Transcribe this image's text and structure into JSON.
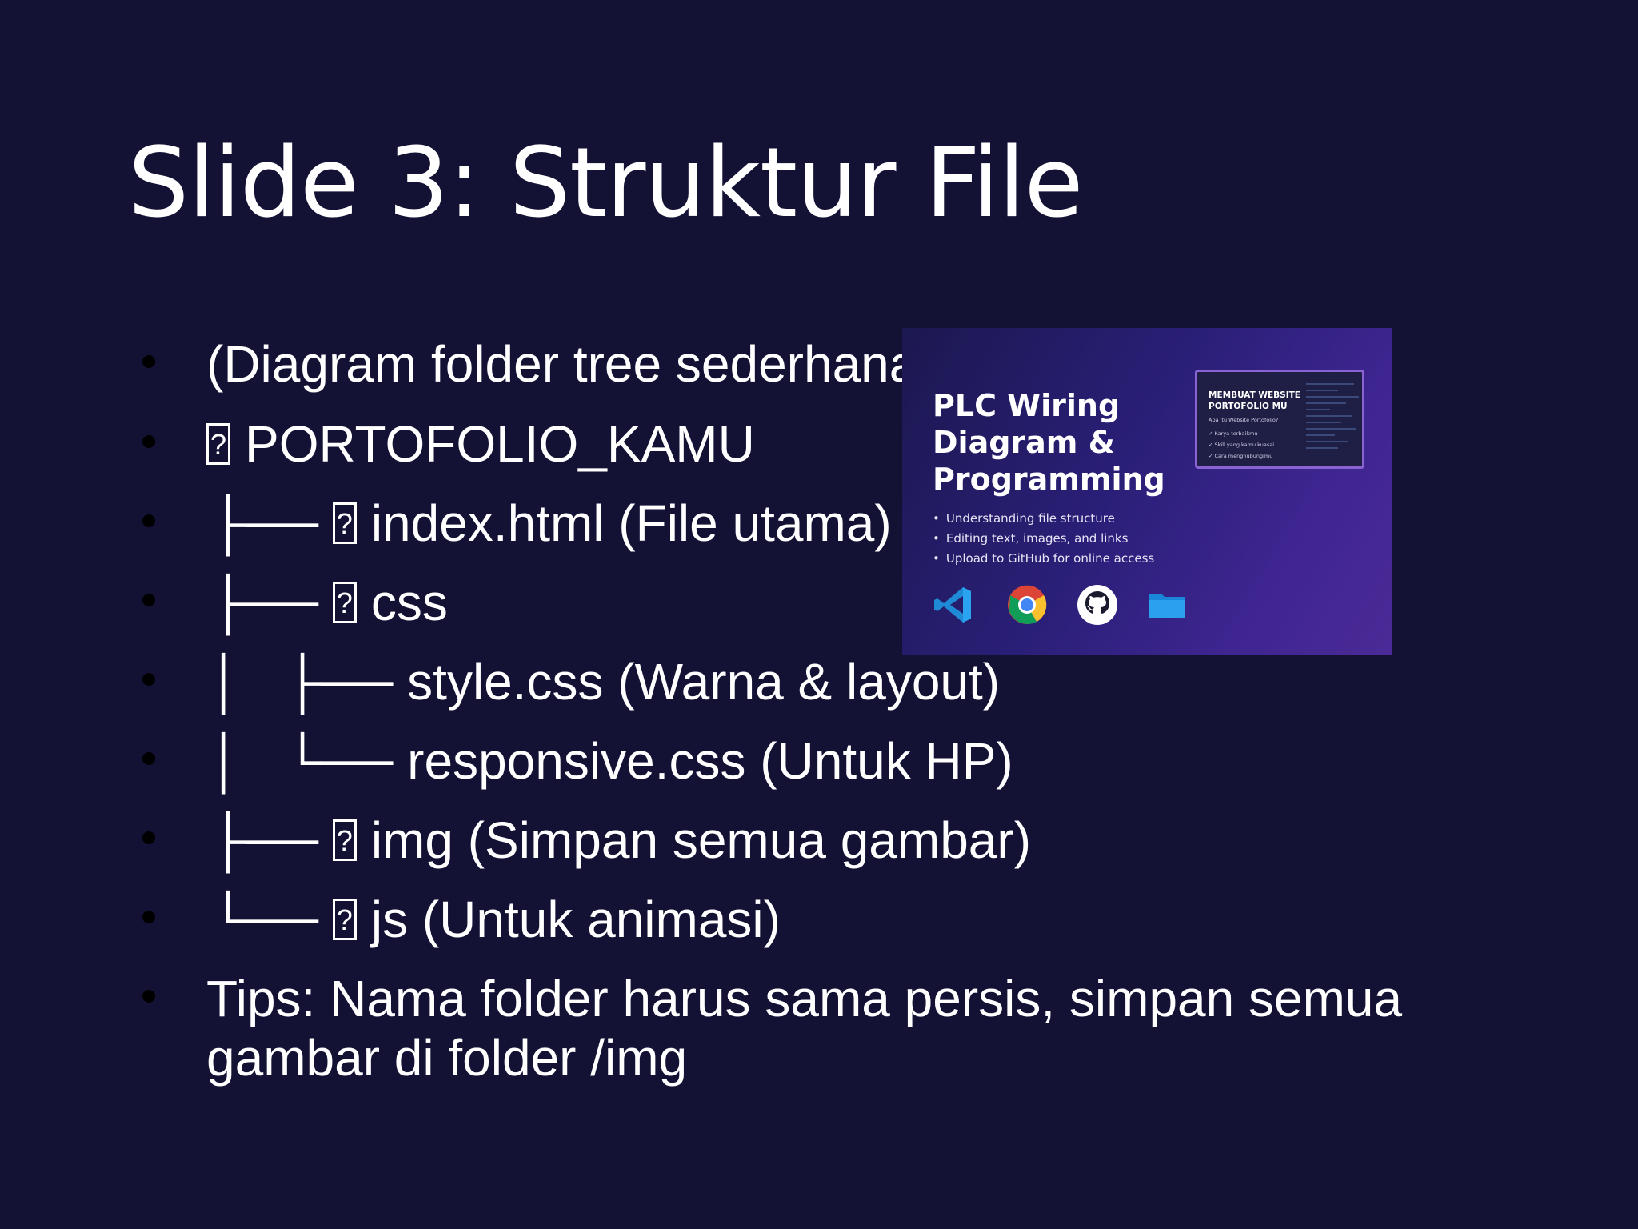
{
  "slide": {
    "title": "Slide 3: Struktur File",
    "bullets": [
      {
        "prefix": "",
        "text": "(Diagram folder tree sederhana",
        "icon": false
      },
      {
        "prefix": "",
        "text": "PORTOFOLIO_KAMU",
        "icon": true
      },
      {
        "prefix": "├── ",
        "text": "index.html (File utama)",
        "icon": true
      },
      {
        "prefix": "├── ",
        "text": "css",
        "icon": true
      },
      {
        "prefix": "│   ├── ",
        "text": "style.css (Warna & layout)",
        "icon": false
      },
      {
        "prefix": "│   └── ",
        "text": "responsive.css (Untuk HP)",
        "icon": false
      },
      {
        "prefix": "├── ",
        "text": "img (Simpan semua gambar)",
        "icon": true
      },
      {
        "prefix": "└── ",
        "text": "js (Untuk animasi)",
        "icon": true
      },
      {
        "prefix": "",
        "text": "Tips: Nama folder harus sama persis, simpan semua\ngambar di folder /img",
        "icon": false
      }
    ]
  },
  "thumbnail": {
    "title": "PLC Wiring Diagram & Programming",
    "points": [
      "Understanding file structure",
      "Editing text, images, and links",
      "Upload to GitHub for online access"
    ],
    "mini_card": {
      "heading": "MEMBUAT WEBSITE PORTOFOLIO MU",
      "subheading": "Apa itu Website Portofolio?",
      "items": [
        "Karya terbaikmu",
        "Skill yang kamu kuasai",
        "Cara menghubungimu"
      ]
    },
    "icons": [
      "vscode-icon",
      "chrome-icon",
      "github-icon",
      "folder-icon"
    ]
  },
  "colors": {
    "background": "#141234",
    "text": "#ffffff",
    "bullet_dot": "#000000",
    "thumb_accent": "#8a63d2"
  }
}
